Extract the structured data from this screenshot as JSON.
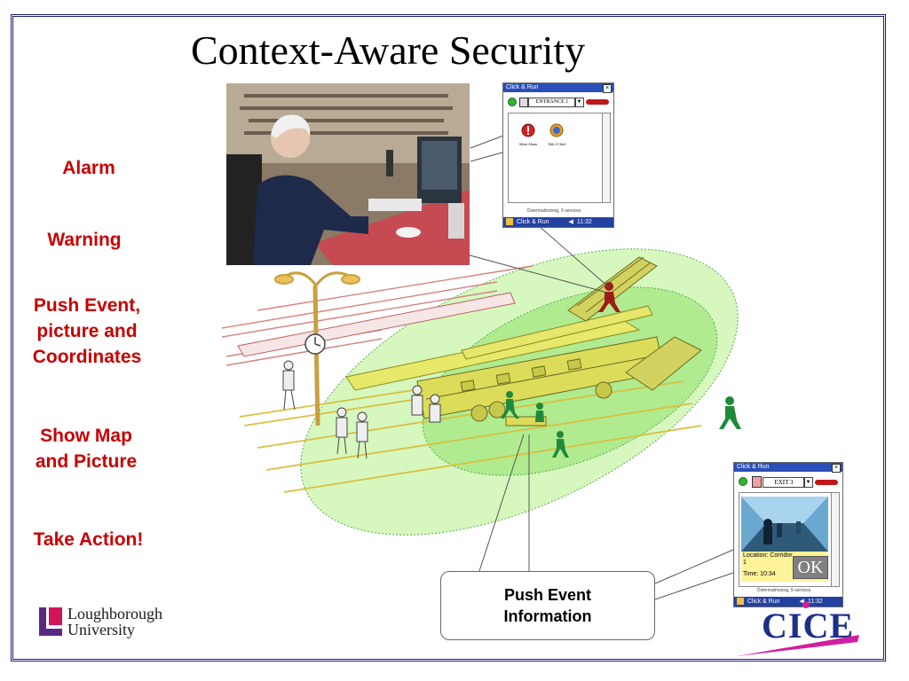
{
  "slide": {
    "title": "Context-Aware Security"
  },
  "steps": [
    {
      "id": "alarm",
      "label": "Alarm"
    },
    {
      "id": "warning",
      "label": "Warning"
    },
    {
      "id": "push",
      "label": "Push Event,\npicture and\nCoordinates"
    },
    {
      "id": "map",
      "label": "Show Map\nand Picture"
    },
    {
      "id": "action",
      "label": "Take Action!"
    }
  ],
  "pda_top": {
    "window_title": "Click & Run",
    "location_select": "ENTRANCE 1",
    "icons": [
      {
        "label": "Silent Alarm",
        "icon": "alarm-icon"
      },
      {
        "label": "Talk 2 Chief",
        "icon": "globe-icon"
      }
    ],
    "footer": "Östermalmstorg, 9 services",
    "taskbar_app": "Click & Run",
    "taskbar_time": "11:32"
  },
  "pda_bottom": {
    "window_title": "Click & Run",
    "location_select": "EXIT 3",
    "location_text": "Location: Corridor 1",
    "time_text": "Time: 10:34",
    "ok_label": "OK",
    "footer": "Östermalmstorg, 9 services",
    "taskbar_app": "Click & Run",
    "taskbar_time": "11:32"
  },
  "callout": {
    "text": "Push Event\nInformation"
  },
  "logos": {
    "lboro_line1": "Loughborough",
    "lboro_line2": "University",
    "cice": "CICE",
    "lboro_color": "#5a2a82",
    "cice_color": "#1c2f8a"
  },
  "colors": {
    "step_text": "#c80000",
    "zone_fill": "#b4f08c",
    "platform_fill": "#e6e66a",
    "taskbar": "#2440a0"
  }
}
